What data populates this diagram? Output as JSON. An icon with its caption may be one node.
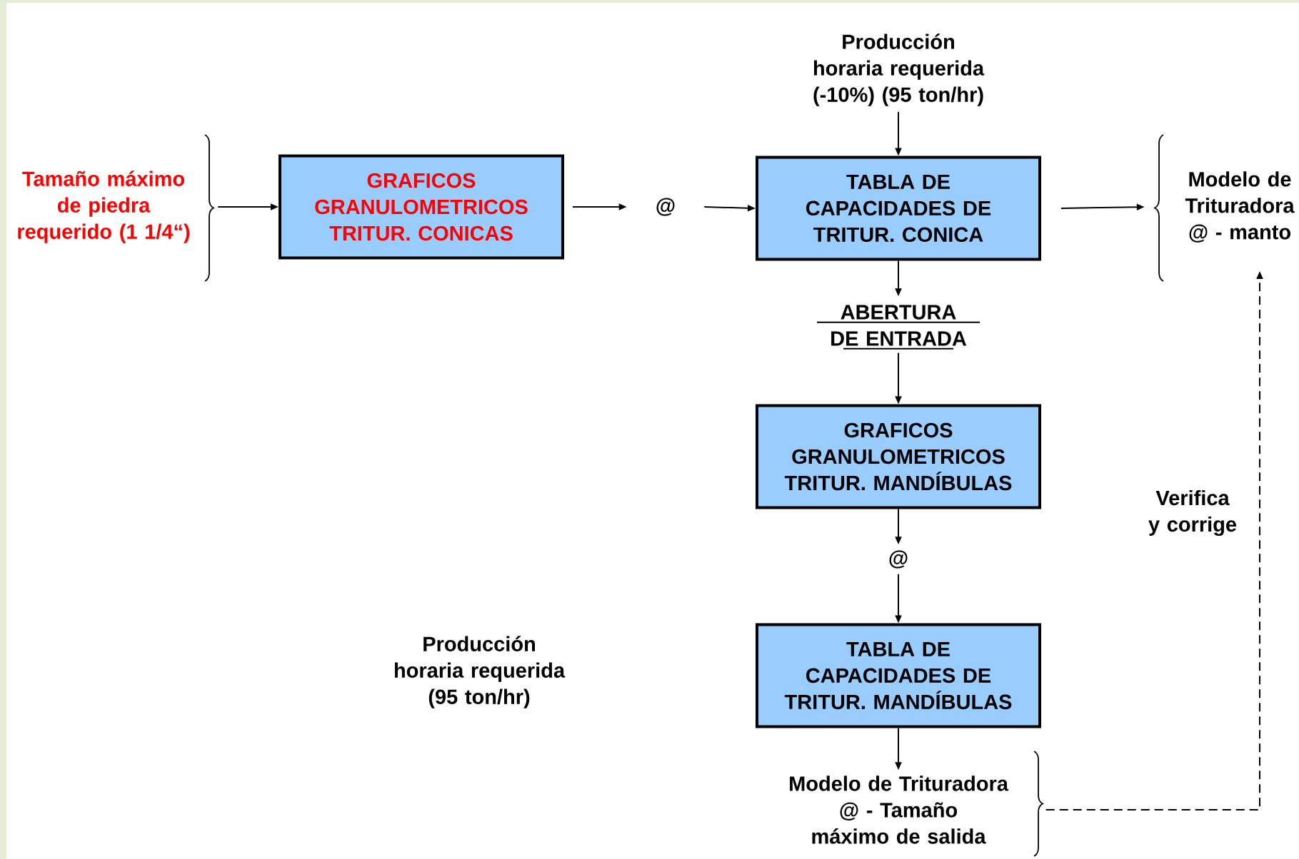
{
  "diagram": {
    "nodes": [
      {
        "text": [
          "Producción horaria requerida (-10%) (95 ton/hr)"
        ]
      },
      {
        "text": [
          "Tamaño máximo de piedra requerido (1 1/4“)"
        ]
      },
      {
        "text": [
          "GRAFICOS GRANULOMETRICOS TRITUR. CONICAS"
        ]
      },
      {
        "text": [
          "@"
        ]
      },
      {
        "text": [
          "TABLA DE CAPACIDADES DE TRITUR. CONICA"
        ]
      },
      {
        "text": [
          "Modelo de Trituradora @ - manto"
        ]
      },
      {
        "text": [
          "ABERTURA DE ENTRADA"
        ]
      },
      {
        "text": [
          "GRAFICOS GRANULOMETRICOS TRITUR. MANDÍBULAS"
        ]
      },
      {
        "text": [
          "@"
        ]
      },
      {
        "text": [
          "TABLA DE CAPACIDADES DE TRITUR. MANDÍBULAS"
        ]
      },
      {
        "text": [
          "Modelo de Trituradora @ - Tamaño máximo de salida"
        ]
      }
    ],
    "edges": [
      {
        "from": 0,
        "to": 4,
        "arrow": "to"
      },
      {
        "from": 1,
        "to": 2,
        "arrow": "to"
      },
      {
        "from": 2,
        "to": 3,
        "arrow": "to"
      },
      {
        "from": 3,
        "to": 4,
        "arrow": "to"
      },
      {
        "from": 4,
        "to": 5,
        "arrow": "to"
      },
      {
        "from": 4,
        "to": 6,
        "arrow": "to"
      },
      {
        "from": 6,
        "to": 7,
        "arrow": "to"
      },
      {
        "from": 7,
        "to": 8,
        "arrow": "to"
      },
      {
        "from": 8,
        "to": 9,
        "arrow": "to"
      },
      {
        "from": 9,
        "to": 10,
        "arrow": "to"
      },
      {
        "from": 10,
        "to": 5,
        "arrow": "to",
        "style": "dashed",
        "label": "Verifica y corrige"
      }
    ],
    "labels": [
      "Producción horaria requerida (95 ton/hr)"
    ]
  }
}
